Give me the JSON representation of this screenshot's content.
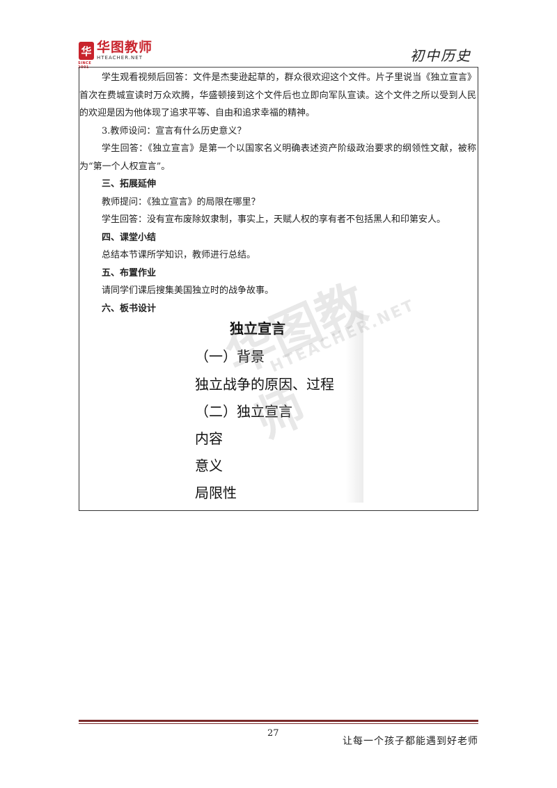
{
  "header": {
    "logo_mark": "华",
    "logo_sub": "SINCE 2001",
    "logo_cn": "华图教师",
    "logo_en": "HTEACHER.NET",
    "subject": "初中历史"
  },
  "body": {
    "paragraphs": [
      {
        "text": "学生观看视频后回答：文件是杰斐逊起草的，群众很欢迎这个文件。片子里说当《独立宣言》首次在费城宣读时万众欢腾，华盛顿接到这个文件后也立即向军队宣读。这个文件之所以受到人民的欢迎是因为他体现了追求平等、自由和追求幸福的精神。",
        "bold": false
      },
      {
        "text": "3.教师设问：宣言有什么历史意义？",
        "bold": false
      },
      {
        "text": "学生回答：《独立宣言》是第一个以国家名义明确表述资产阶级政治要求的纲领性文献，被称为“第一个人权宣言”。",
        "bold": false
      },
      {
        "text": "三、拓展延伸",
        "bold": true
      },
      {
        "text": "教师提问：《独立宣言》的局限在哪里？",
        "bold": false
      },
      {
        "text": "学生回答：没有宣布废除奴隶制，事实上，天赋人权的享有者不包括黑人和印第安人。",
        "bold": false
      },
      {
        "text": "四、课堂小结",
        "bold": true
      },
      {
        "text": "总结本节课所学知识，教师进行总结。",
        "bold": false
      },
      {
        "text": "五、布置作业",
        "bold": true
      },
      {
        "text": "请同学们课后搜集美国独立时的战争故事。",
        "bold": false
      },
      {
        "text": "六、板书设计",
        "bold": true
      }
    ]
  },
  "board": {
    "title": "独立宣言",
    "lines": [
      "（一）背景",
      "独立战争的原因、过程",
      "（二）独立宣言",
      "内容",
      "意义",
      "局限性"
    ]
  },
  "footer": {
    "page_number": "27",
    "slogan": "让每一个孩子都能遇到好老师"
  }
}
